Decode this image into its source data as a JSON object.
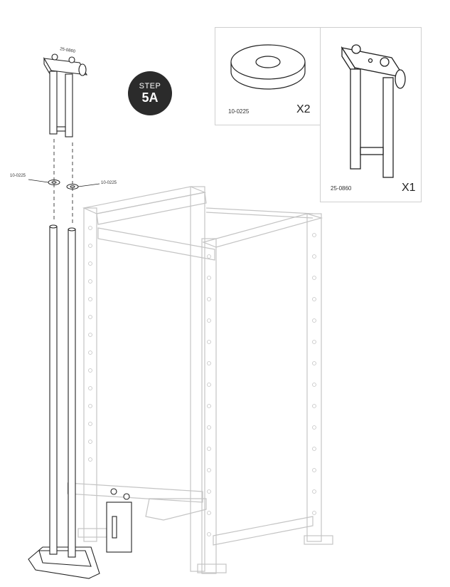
{
  "step": {
    "word": "STEP",
    "number": "5A"
  },
  "parts": [
    {
      "code": "10-0225",
      "qty": "X2"
    },
    {
      "code": "25-0860",
      "qty": "X1"
    }
  ],
  "callouts": {
    "washer_left": "10-0225",
    "washer_right": "10-0225",
    "top_part": "25-0860"
  }
}
